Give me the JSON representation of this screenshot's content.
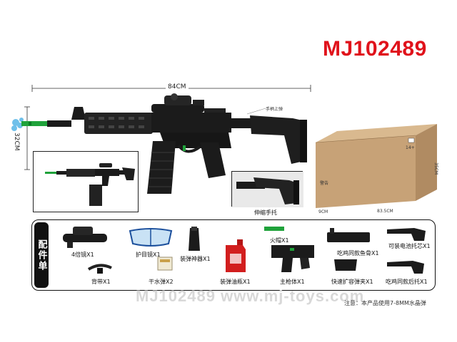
{
  "product_code": "MJ102489",
  "dimensions": {
    "length": "84CM",
    "height": "32CM",
    "box_height": "35CM",
    "box_length": "83.5CM",
    "box_depth": "9CM"
  },
  "gun_label_annotation": "手柄上弹",
  "inset_label": "伸缩手托",
  "box_badge": "14+",
  "box_text": "警告",
  "accessories_title": "配件单",
  "accessories": [
    {
      "label": "4倍镜X1"
    },
    {
      "label": "护目镜X1"
    },
    {
      "label": "装弹神器X1"
    },
    {
      "label": "火帽X1"
    },
    {
      "label": "吃鸡同款鱼骨X1"
    },
    {
      "label": "可装电池托芯X1"
    },
    {
      "label": "背带X1"
    },
    {
      "label": "干水弹X2"
    },
    {
      "label": "装弹油瓶X1"
    },
    {
      "label": "主枪体X1"
    },
    {
      "label": "快速扩容弹夹X1"
    },
    {
      "label": "吃鸡同款后托X1"
    }
  ],
  "watermark": "MJ102489  www.mj-toys.com",
  "note": "注意：本产品使用7-8MM水晶弹",
  "colors": {
    "code_red": "#e0121b",
    "gun_black": "#1b1b1b",
    "muzzle_green": "#1fa23a",
    "box_tan": "#c7a277",
    "cap_red": "#d21e1e"
  }
}
